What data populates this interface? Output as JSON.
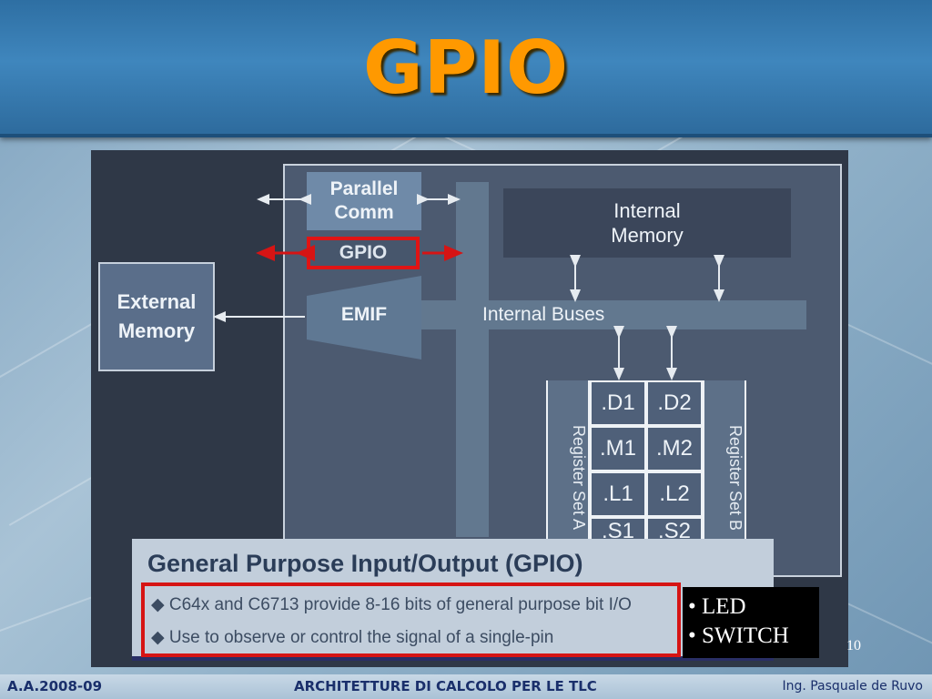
{
  "slide": {
    "title": "GPIO",
    "page_number": "10"
  },
  "diagram": {
    "parallel_comm": "Parallel\nComm",
    "gpio": "GPIO",
    "internal_memory": "Internal\nMemory",
    "external_memory": "External\nMemory",
    "emif": "EMIF",
    "internal_buses": "Internal Buses",
    "register_set_a": "Register Set A",
    "register_set_b": "Register Set B",
    "units": [
      ".D1",
      ".D2",
      ".M1",
      ".M2",
      ".L1",
      ".L2",
      ".S1",
      ".S2"
    ]
  },
  "caption": {
    "title": "General Purpose Input/Output (GPIO)",
    "bullets": [
      "◆  C64x and C6713 provide 8-16 bits of general purpose bit I/O",
      "◆  Use to observe or control the signal of a single-pin"
    ]
  },
  "notes": [
    "• LED",
    "• SWITCH"
  ],
  "footer": {
    "left": "A.A.2008-09",
    "center": "ARCHITETTURE DI CALCOLO PER LE TLC",
    "right": "Ing. Pasquale de Ruvo"
  },
  "colors": {
    "title": "#ff9900",
    "highlight": "#e01414"
  }
}
